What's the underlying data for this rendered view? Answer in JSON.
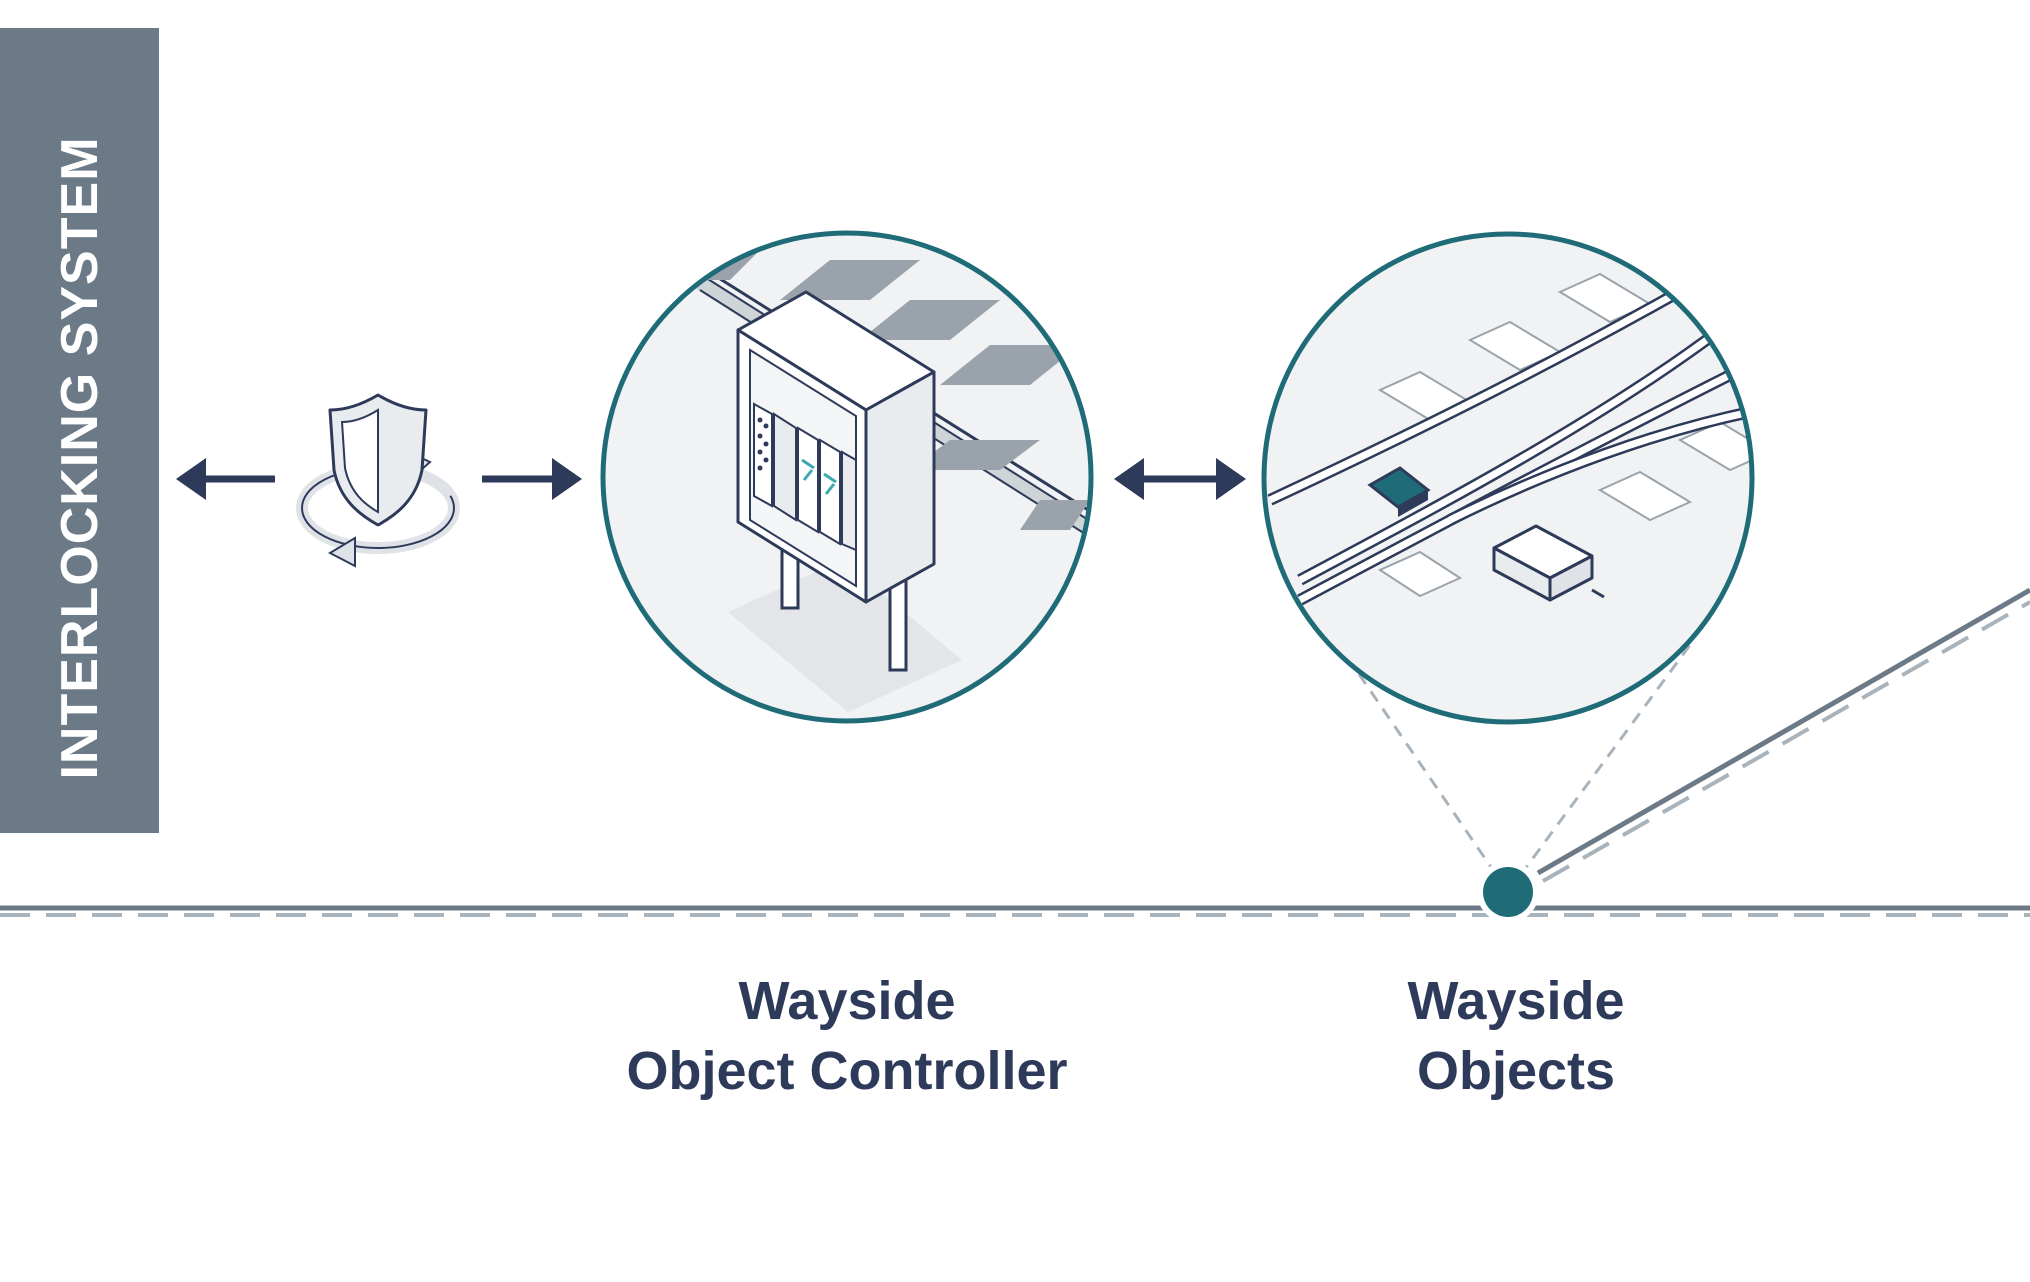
{
  "banner": {
    "label": "INTERLOCKING SYSTEM"
  },
  "labels": {
    "controller_line1": "Wayside",
    "controller_line2": "Object Controller",
    "objects_line1": "Wayside",
    "objects_line2": "Objects"
  },
  "colors": {
    "banner": "#6b7a86",
    "text": "#2e3a59",
    "teal": "#1f6b78",
    "arrow": "#2e3a59",
    "track": "#6b7a86"
  },
  "icons": [
    "shield-sync-icon",
    "wayside-cabinet-icon",
    "track-switch-icon"
  ]
}
